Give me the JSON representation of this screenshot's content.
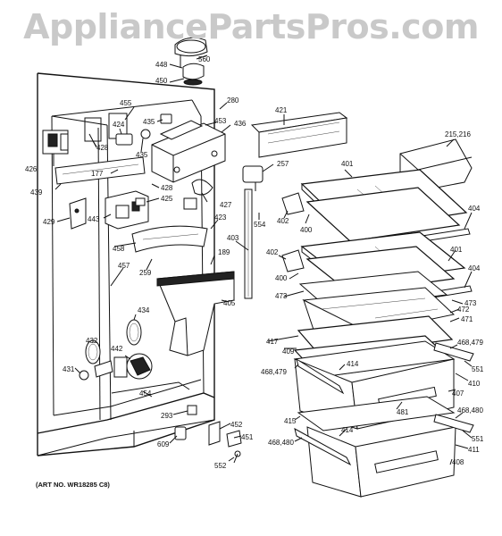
{
  "watermark": "AppliancePartsPros.com",
  "art_number": "(ART NO. WR18285 C8)",
  "parts": [
    {
      "id": "p455",
      "text": "455"
    },
    {
      "id": "p448",
      "text": "448"
    },
    {
      "id": "p560",
      "text": "560"
    },
    {
      "id": "p450",
      "text": "450"
    },
    {
      "id": "p280",
      "text": "280"
    },
    {
      "id": "p421",
      "text": "421"
    },
    {
      "id": "p453",
      "text": "453"
    },
    {
      "id": "p436",
      "text": "436"
    },
    {
      "id": "p435a",
      "text": "435"
    },
    {
      "id": "p424",
      "text": "424"
    },
    {
      "id": "p428a",
      "text": "428"
    },
    {
      "id": "p435b",
      "text": "435"
    },
    {
      "id": "p426",
      "text": "426"
    },
    {
      "id": "p177",
      "text": "177"
    },
    {
      "id": "p439",
      "text": "439"
    },
    {
      "id": "p428b",
      "text": "428"
    },
    {
      "id": "p425",
      "text": "425"
    },
    {
      "id": "p257",
      "text": "257"
    },
    {
      "id": "p427",
      "text": "427"
    },
    {
      "id": "p401a",
      "text": "401"
    },
    {
      "id": "p215",
      "text": "215,216"
    },
    {
      "id": "p429",
      "text": "429"
    },
    {
      "id": "p443",
      "text": "443"
    },
    {
      "id": "p423",
      "text": "423"
    },
    {
      "id": "p554",
      "text": "554"
    },
    {
      "id": "p402a",
      "text": "402"
    },
    {
      "id": "p400a",
      "text": "400"
    },
    {
      "id": "p404a",
      "text": "404"
    },
    {
      "id": "p458",
      "text": "458"
    },
    {
      "id": "p403",
      "text": "403"
    },
    {
      "id": "p189",
      "text": "189"
    },
    {
      "id": "p402b",
      "text": "402"
    },
    {
      "id": "p401b",
      "text": "401"
    },
    {
      "id": "p457",
      "text": "457"
    },
    {
      "id": "p259",
      "text": "259"
    },
    {
      "id": "p400b",
      "text": "400"
    },
    {
      "id": "p404b",
      "text": "404"
    },
    {
      "id": "p473a",
      "text": "473"
    },
    {
      "id": "p405",
      "text": "405"
    },
    {
      "id": "p473b",
      "text": "473"
    },
    {
      "id": "p434",
      "text": "434"
    },
    {
      "id": "p472",
      "text": "472"
    },
    {
      "id": "p471",
      "text": "471"
    },
    {
      "id": "p417",
      "text": "417"
    },
    {
      "id": "p432",
      "text": "432"
    },
    {
      "id": "p409",
      "text": "409"
    },
    {
      "id": "p468a",
      "text": "468,479"
    },
    {
      "id": "p442",
      "text": "442"
    },
    {
      "id": "p431",
      "text": "431"
    },
    {
      "id": "p468b",
      "text": "468,479"
    },
    {
      "id": "p414a",
      "text": "414"
    },
    {
      "id": "p551a",
      "text": "551"
    },
    {
      "id": "p410",
      "text": "410"
    },
    {
      "id": "p407",
      "text": "407"
    },
    {
      "id": "p454",
      "text": "454"
    },
    {
      "id": "p481",
      "text": "481"
    },
    {
      "id": "p293",
      "text": "293"
    },
    {
      "id": "p415",
      "text": "415"
    },
    {
      "id": "p468c",
      "text": "468,480"
    },
    {
      "id": "p452",
      "text": "452"
    },
    {
      "id": "p414b",
      "text": "414"
    },
    {
      "id": "p609",
      "text": "609"
    },
    {
      "id": "p451",
      "text": "451"
    },
    {
      "id": "p551b",
      "text": "551"
    },
    {
      "id": "p468d",
      "text": "468,480"
    },
    {
      "id": "p411",
      "text": "411"
    },
    {
      "id": "p552",
      "text": "552"
    },
    {
      "id": "p408",
      "text": "408"
    }
  ]
}
